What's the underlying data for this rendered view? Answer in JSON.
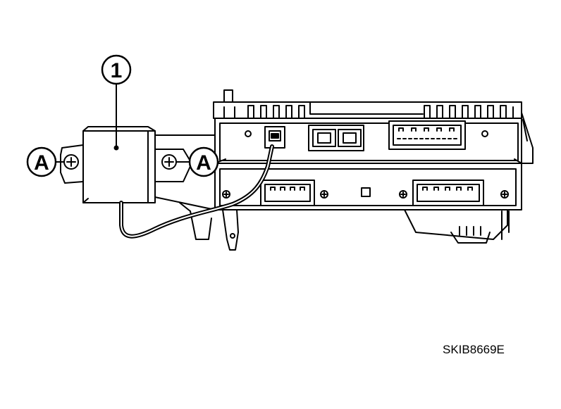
{
  "callouts": {
    "part_number": "1",
    "bolt_label_left": "A",
    "bolt_label_right": "A"
  },
  "reference_code": "SKIB8669E"
}
